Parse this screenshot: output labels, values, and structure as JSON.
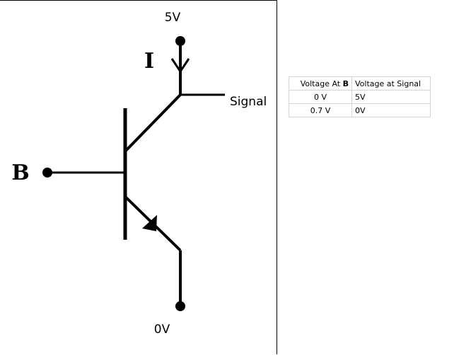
{
  "diagram": {
    "supply_label": "5V",
    "ground_label": "0V",
    "current_label": "I",
    "base_label": "B",
    "signal_label": "Signal",
    "line_color": "#000000"
  },
  "table": {
    "header_b_prefix": "Voltage At ",
    "header_b_bold": "B",
    "header_signal": "Voltage at Signal",
    "rows": [
      {
        "b": "0 V",
        "signal": "5V"
      },
      {
        "b": "0.7 V",
        "signal": "0V"
      }
    ],
    "border_color": "#d4d4d4"
  }
}
